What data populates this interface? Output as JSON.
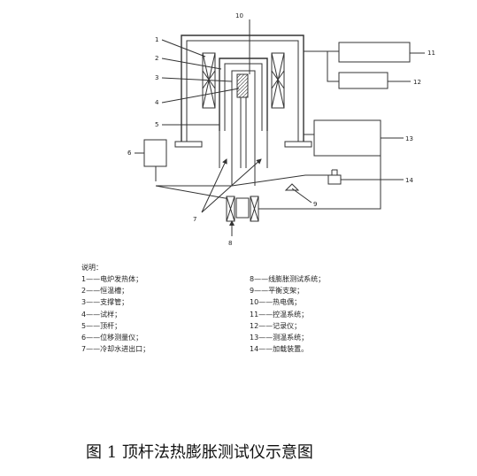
{
  "diagram": {
    "labels": [
      "1",
      "2",
      "3",
      "4",
      "5",
      "6",
      "7",
      "8",
      "9",
      "10",
      "11",
      "12",
      "13",
      "14"
    ]
  },
  "legend": {
    "title": "说明：",
    "items_left": [
      "1——电炉发热体；",
      "2——恒温槽；",
      "3——支撑管；",
      "4——试样；",
      "5——顶杆；",
      "6——位移测量仪；",
      "7——冷却水进出口；"
    ],
    "items_right": [
      "8——线膨胀测试系统；",
      "9——平衡支架；",
      "10——热电偶；",
      "11——控温系统；",
      "12——记录仪；",
      "13——测温系统；",
      "14——加载装置。"
    ]
  },
  "caption": "图 1  顶杆法热膨胀测试仪示意图"
}
